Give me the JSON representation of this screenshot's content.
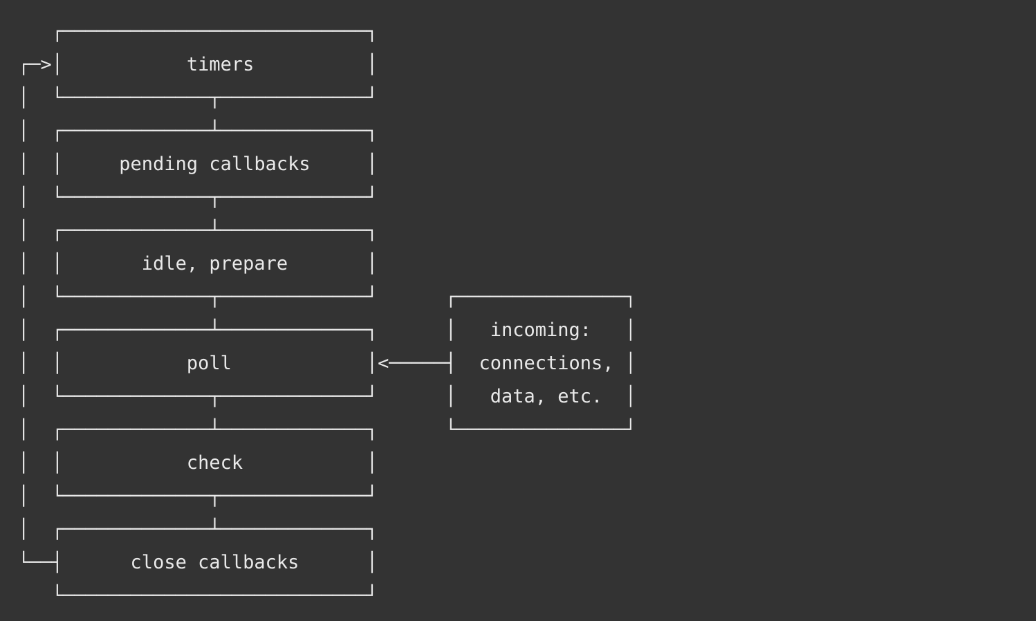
{
  "diagram": {
    "name": "nodejs-event-loop-phases",
    "type": "ascii-box-diagram",
    "background_color": "#333333",
    "text_color": "#e9e9e9",
    "phases": [
      {
        "id": "timers",
        "label": "timers",
        "order": 1
      },
      {
        "id": "pending-callbacks",
        "label": "pending callbacks",
        "order": 2
      },
      {
        "id": "idle-prepare",
        "label": "idle, prepare",
        "order": 3
      },
      {
        "id": "poll",
        "label": "poll",
        "order": 4
      },
      {
        "id": "check",
        "label": "check",
        "order": 5
      },
      {
        "id": "close-callbacks",
        "label": "close callbacks",
        "order": 6
      }
    ],
    "side_box": {
      "id": "incoming",
      "lines": [
        "incoming:",
        "connections,",
        "data, etc."
      ],
      "connects_to": "poll",
      "arrow": "<"
    },
    "entry_arrow": ">",
    "loop_back": true,
    "lines": [
      "   ┌───────────────────────────┐",
      "┌─>│           timers          │",
      "│  └─────────────┬─────────────┘",
      "│  ┌─────────────┴─────────────┐",
      "│  │     pending callbacks     │",
      "│  └─────────────┬─────────────┘",
      "│  ┌─────────────┴─────────────┐",
      "│  │       idle, prepare       │",
      "│  └─────────────┬─────────────┘      ┌───────────────┐",
      "│  ┌─────────────┴─────────────┐      │   incoming:   │",
      "│  │           poll            │<─────┤  connections, │",
      "│  └─────────────┬─────────────┘      │   data, etc.  │",
      "│  ┌─────────────┴─────────────┐      └───────────────┘",
      "│  │           check           │",
      "│  └─────────────┬─────────────┘",
      "│  ┌─────────────┴─────────────┐",
      "└──┤      close callbacks      │",
      "   └───────────────────────────┘"
    ]
  }
}
